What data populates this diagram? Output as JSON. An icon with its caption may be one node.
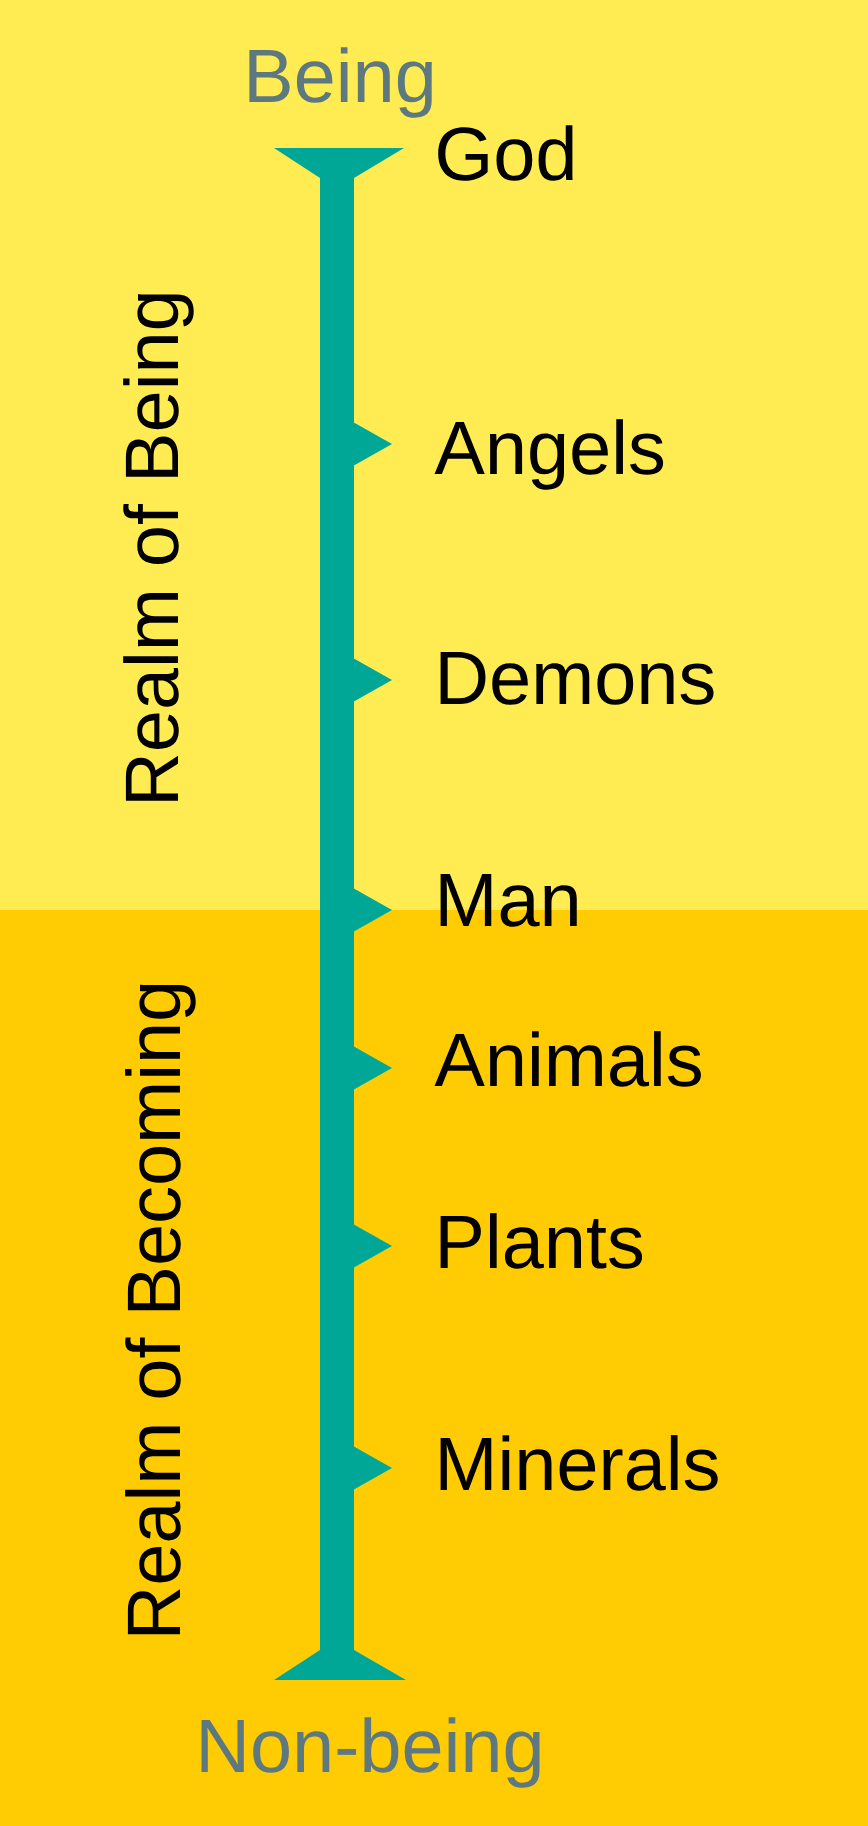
{
  "diagram": {
    "nodes": [
      {
        "text": [
          "Realm of Being"
        ]
      },
      {
        "text": [
          "Realm of Becoming"
        ]
      }
    ],
    "labels": [
      "Being",
      "God",
      "Angels",
      "Demons",
      "Man",
      "Animals",
      "Plants",
      "Minerals",
      "Non-being"
    ]
  }
}
